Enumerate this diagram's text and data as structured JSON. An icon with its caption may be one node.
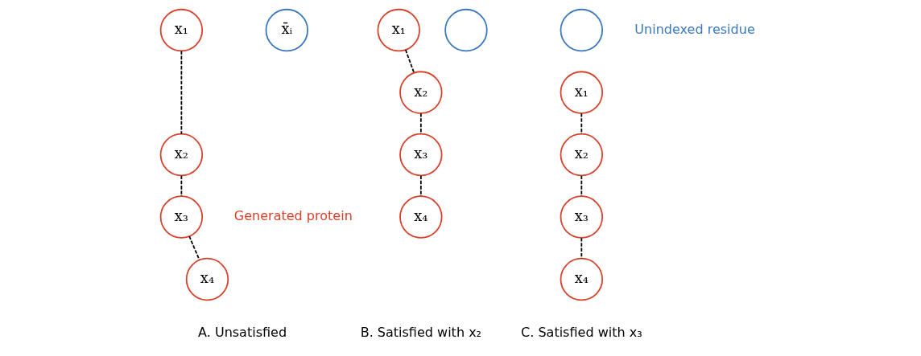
{
  "diagram": {
    "nodes": [
      {
        "text": [
          "x₁"
        ]
      },
      {
        "text": [
          "x̄ᵢ"
        ]
      },
      {
        "text": [
          "x₂"
        ]
      },
      {
        "text": [
          "x₃"
        ]
      },
      {
        "text": [
          "x₄"
        ]
      },
      {
        "text": [
          "x₁"
        ]
      },
      {
        "text": [],
        "shape": "circle"
      },
      {
        "text": [
          "x₂"
        ]
      },
      {
        "text": [
          "x₃"
        ]
      },
      {
        "text": [
          "x₄"
        ]
      },
      {
        "text": [],
        "shape": "circle"
      },
      {
        "text": [
          "x₁"
        ]
      },
      {
        "text": [
          "x₃"
        ]
      },
      {
        "text": [
          "x₂"
        ]
      },
      {
        "text": [
          "x₄"
        ]
      }
    ],
    "edges": [
      {
        "from": 0,
        "to": 2,
        "arrow": "none",
        "style": "dashed"
      },
      {
        "from": 2,
        "to": 3,
        "arrow": "none",
        "style": "dashed"
      },
      {
        "from": 3,
        "to": 4,
        "arrow": "none",
        "style": "dashed"
      },
      {
        "from": 5,
        "to": 7,
        "arrow": "none",
        "style": "dashed"
      },
      {
        "from": 7,
        "to": 8,
        "arrow": "none",
        "style": "dashed"
      },
      {
        "from": 8,
        "to": 9,
        "arrow": "none",
        "style": "dashed"
      },
      {
        "from": 11,
        "to": 13,
        "arrow": "none",
        "style": "dashed"
      },
      {
        "from": 13,
        "to": 12,
        "arrow": "none",
        "style": "dashed"
      },
      {
        "from": 12,
        "to": 14,
        "arrow": "none",
        "style": "dashed"
      }
    ],
    "labels": [
      "Unindexed residue",
      "Generated protein",
      "A. Unsatisfied",
      "B. Satisfied with x₂",
      "C. Satisfied with x₃"
    ]
  }
}
